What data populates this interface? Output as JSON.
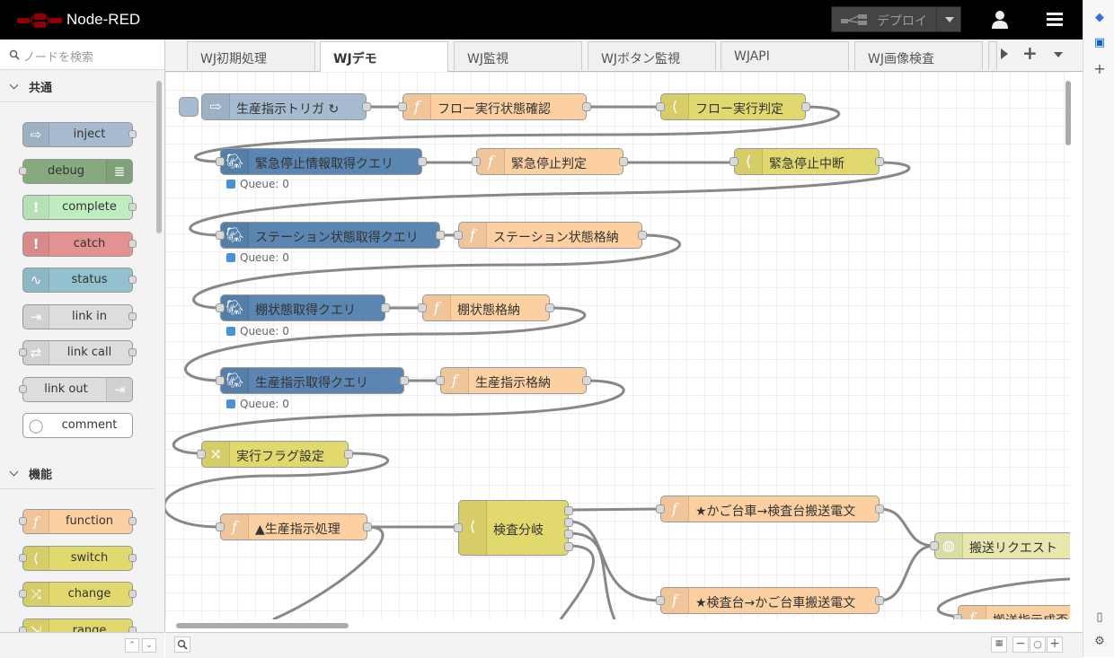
{
  "header": {
    "title": "Node-RED",
    "deploy_label": "デプロイ"
  },
  "palette": {
    "search_placeholder": "ノードを検索",
    "categories": [
      {
        "label": "共通",
        "nodes": [
          "inject",
          "debug",
          "complete",
          "catch",
          "status",
          "link in",
          "link call",
          "link out",
          "comment"
        ]
      },
      {
        "label": "機能",
        "nodes": [
          "function",
          "switch",
          "change",
          "range"
        ]
      }
    ]
  },
  "tabs": [
    "WJ初期処理",
    "WJデモ",
    "WJ監視",
    "WJボタン監視",
    "WJAPI",
    "WJ画像検査"
  ],
  "active_tab": "WJデモ",
  "flow": {
    "nodes": [
      {
        "id": "n1",
        "label": "生産指示トリガ ↻",
        "type": "inject",
        "color": "#a6bbcf"
      },
      {
        "id": "n2",
        "label": "フロー実行状態確認",
        "type": "function",
        "color": "#fdd0a2"
      },
      {
        "id": "n3",
        "label": "フロー実行判定",
        "type": "switch",
        "color": "#e2d96e"
      },
      {
        "id": "n4",
        "label": "緊急停止情報取得クエリ",
        "type": "postgres",
        "color": "#5b86b1"
      },
      {
        "id": "n5",
        "label": "緊急停止判定",
        "type": "function",
        "color": "#fdd0a2"
      },
      {
        "id": "n6",
        "label": "緊急停止中断",
        "type": "switch",
        "color": "#e2d96e"
      },
      {
        "id": "n7",
        "label": "ステーション状態取得クエリ",
        "type": "postgres",
        "color": "#5b86b1"
      },
      {
        "id": "n8",
        "label": "ステーション状態格納",
        "type": "function",
        "color": "#fdd0a2"
      },
      {
        "id": "n9",
        "label": "棚状態取得クエリ",
        "type": "postgres",
        "color": "#5b86b1"
      },
      {
        "id": "n10",
        "label": "棚状態格納",
        "type": "function",
        "color": "#fdd0a2"
      },
      {
        "id": "n11",
        "label": "生産指示取得クエリ",
        "type": "postgres",
        "color": "#5b86b1"
      },
      {
        "id": "n12",
        "label": "生産指示格納",
        "type": "function",
        "color": "#fdd0a2"
      },
      {
        "id": "n13",
        "label": "実行フラグ設定",
        "type": "change",
        "color": "#e2d96e"
      },
      {
        "id": "n14",
        "label": "▲生産指示処理",
        "type": "function",
        "color": "#fdd0a2"
      },
      {
        "id": "n15",
        "label": "検査分岐",
        "type": "switch",
        "color": "#e2d96e"
      },
      {
        "id": "n16",
        "label": "★かご台車→検査台搬送電文",
        "type": "function",
        "color": "#fdd0a2"
      },
      {
        "id": "n17",
        "label": "★検査台→かご台車搬送電文",
        "type": "function",
        "color": "#fdd0a2"
      },
      {
        "id": "n18",
        "label": "搬送リクエスト",
        "type": "http request",
        "color": "#e7e7ae"
      },
      {
        "id": "n19",
        "label": "搬送指示成否",
        "type": "function",
        "color": "#fdd0a2"
      }
    ],
    "statuses": [
      "Queue: 0",
      "Queue: 0",
      "Queue: 0",
      "Queue: 0"
    ]
  }
}
